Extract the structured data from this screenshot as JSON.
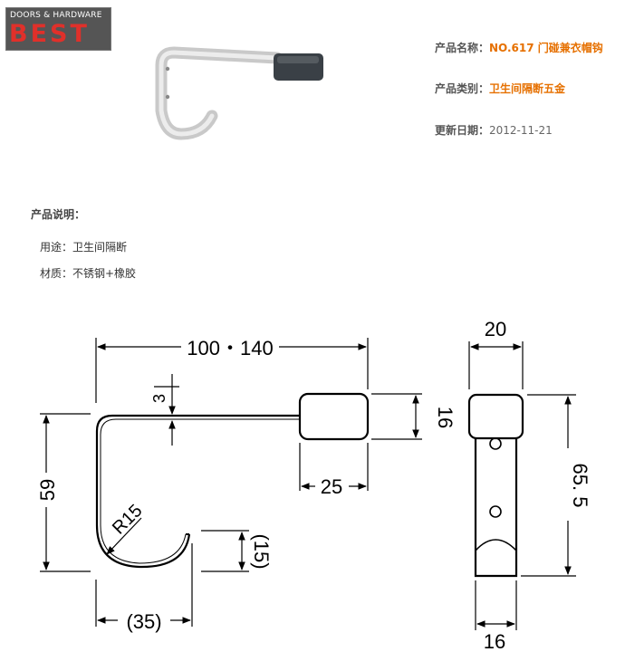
{
  "logo": {
    "top_text": "DOORS & HARDWARE",
    "brand": "BEST"
  },
  "product": {
    "name_label": "产品名称：",
    "name_value": "NO.617 门碰兼衣帽钩",
    "category_label": "产品类别：",
    "category_value": "卫生间隔断五金",
    "date_label": "更新日期：",
    "date_value": "2012-11-21"
  },
  "description": {
    "title": "产品说明：",
    "usage": "用途：卫生间隔断",
    "material": "材质：不锈钢+橡胶"
  },
  "drawing": {
    "dim_length": "100・140",
    "dim_3": "3",
    "dim_16_cap": "16",
    "dim_25": "25",
    "dim_59": "59",
    "dim_r15": "R15",
    "dim_15_paren": "(15)",
    "dim_35_paren": "(35)",
    "dim_20": "20",
    "dim_65_5": "65. 5",
    "dim_16_bottom": "16"
  },
  "colors": {
    "accent": "#e67000",
    "logo_bg": "#555555",
    "logo_red": "#e0302a",
    "cap": "#3a4046"
  }
}
